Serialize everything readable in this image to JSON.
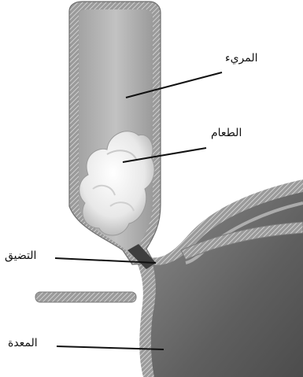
{
  "labels": {
    "esophagus": "المريء",
    "food": "الطعام",
    "narrowing": "التضيق",
    "stomach": "المعدة"
  },
  "colors": {
    "background": "#ffffff",
    "tube_interior": "#b3b3b3",
    "tube_wall": "#8e8e8e",
    "stomach_interior": "#6f6f6f",
    "food_bolus": "#f0f0f0",
    "leader_line": "#111111"
  }
}
